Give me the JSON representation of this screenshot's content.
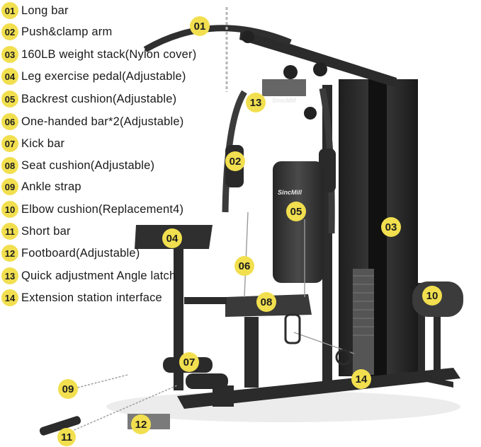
{
  "legend": [
    {
      "num": "01",
      "label": "Long bar"
    },
    {
      "num": "02",
      "label": "Push&clamp arm"
    },
    {
      "num": "03",
      "label": "160LB weight stack(Nylon cover)"
    },
    {
      "num": "04",
      "label": "Leg exercise pedal(Adjustable)"
    },
    {
      "num": "05",
      "label": "Backrest cushion(Adjustable)"
    },
    {
      "num": "06",
      "label": "One-handed bar*2(Adjustable)"
    },
    {
      "num": "07",
      "label": "Kick bar"
    },
    {
      "num": "08",
      "label": "Seat cushion(Adjustable)"
    },
    {
      "num": "09",
      "label": "Ankle strap"
    },
    {
      "num": "10",
      "label": "Elbow cushion(Replacement4)"
    },
    {
      "num": "11",
      "label": "Short bar"
    },
    {
      "num": "12",
      "label": "Footboard(Adjustable)"
    },
    {
      "num": "13",
      "label": "Quick adjustment Angle latch"
    },
    {
      "num": "14",
      "label": "Extension station interface"
    }
  ],
  "callouts": [
    "01",
    "02",
    "03",
    "04",
    "05",
    "06",
    "07",
    "08",
    "09",
    "10",
    "11",
    "12",
    "13",
    "14"
  ],
  "brand_text": "SincMill",
  "colors": {
    "badge": "#f1df4f",
    "frame": "#2b2b2b",
    "cushion": "#3a3a3a",
    "steel": "#9a9a9a"
  }
}
